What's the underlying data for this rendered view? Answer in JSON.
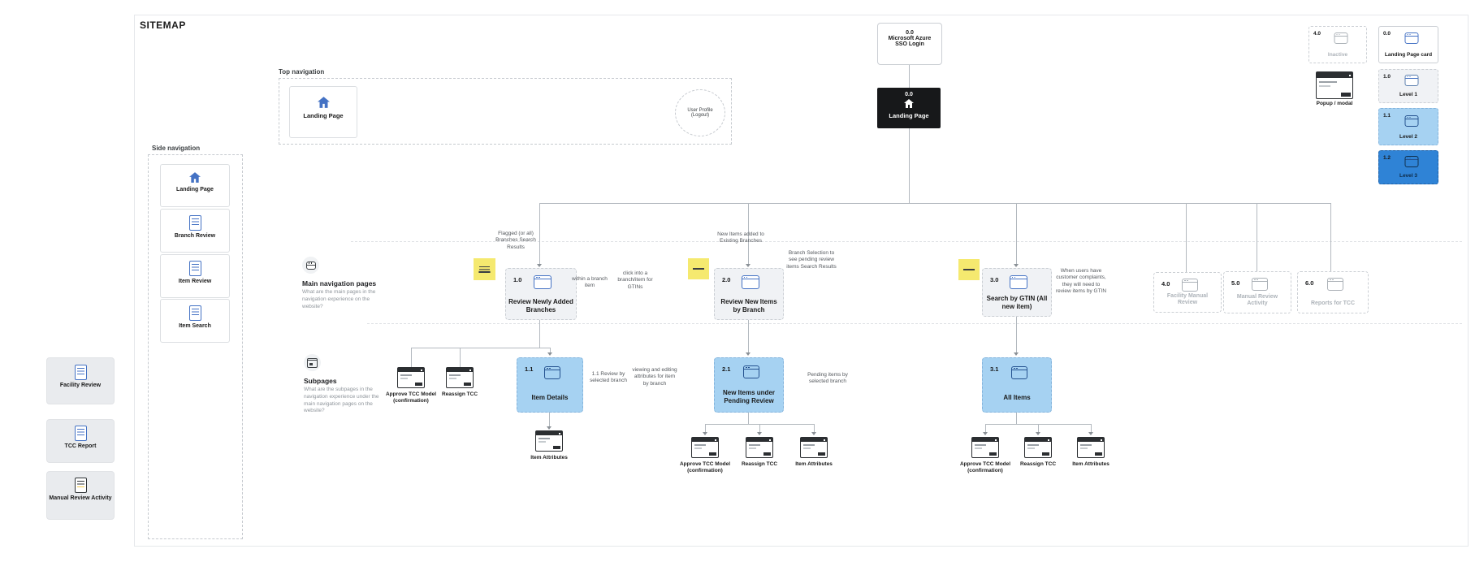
{
  "title": "SITEMAP",
  "top_nav": {
    "label": "Top navigation",
    "landing": "Landing Page",
    "profile_line1": "User Profile",
    "profile_line2": "(Logout)"
  },
  "side_nav": {
    "label": "Side navigation",
    "items": [
      "Landing Page",
      "Branch Review",
      "Item Review",
      "Item Search"
    ]
  },
  "left_cards": [
    "Facility Review",
    "TCC Report",
    "Manual Review Activity"
  ],
  "lanes": {
    "main_title": "Main navigation pages",
    "main_desc": "What are the main pages in the navigation experience on the website?",
    "sub_title": "Subpages",
    "sub_desc": "What are the subpages in the navigation experience under the main navigation pages on the website?"
  },
  "nodes": {
    "sso_num": "0.0",
    "sso_l1": "Microsoft Azure",
    "sso_l2": "SSO Login",
    "root_num": "0.0",
    "root_label": "Landing Page",
    "n10_num": "1.0",
    "n10_label": "Review Newly Added Branches",
    "n20_num": "2.0",
    "n20_label": "Review New Items by Branch",
    "n30_num": "3.0",
    "n30_label": "Search by GTIN (All new item)",
    "n40_num": "4.0",
    "n40_label": "Facility Manual Review",
    "n50_num": "5.0",
    "n50_label": "Manual Review Activity",
    "n60_num": "6.0",
    "n60_label": "Reports for TCC",
    "n11_num": "1.1",
    "n11_label": "Item Details",
    "n21_num": "2.1",
    "n21_label": "New Items under Pending Review",
    "n31_num": "3.1",
    "n31_label": "All Items"
  },
  "subpages": {
    "approve": "Approve TCC Model (confirmation)",
    "reassign": "Reassign TCC",
    "attributes": "Item Attributes"
  },
  "annotations": {
    "flagged": "Flagged (or all) Branches Search Results",
    "within_branch": "within a branch item",
    "click_into": "click into a branch/item for GTINs",
    "new_items": "New Items added to Existing Branches",
    "branch_selection": "Branch Selection to see pending review items Search Results",
    "gtin_note": "When users have customer complaints, they will need to review items by GTIN",
    "review_selected": "1.1 Review by selected branch",
    "viewing_editing": "viewing and editing attributes for item by branch",
    "pending_items": "Pending items by selected branch"
  },
  "legend": {
    "inactive_num": "4.0",
    "inactive_label": "Inactive",
    "popup_label": "Popup / modal",
    "landing_num": "0.0",
    "landing_label": "Landing Page card",
    "l1_num": "1.0",
    "l1_label": "Level 1",
    "l2_num": "1.1",
    "l2_label": "Level 2",
    "l3_num": "1.2",
    "l3_label": "Level 3"
  },
  "colors": {
    "accent_blue": "#4472C4",
    "level2_bg": "#A6D2F2",
    "level3_bg": "#2F83D6",
    "sticky_yellow": "#F5E96F",
    "root_bg": "#17181A",
    "inactive_text": "#ADB3B9"
  }
}
